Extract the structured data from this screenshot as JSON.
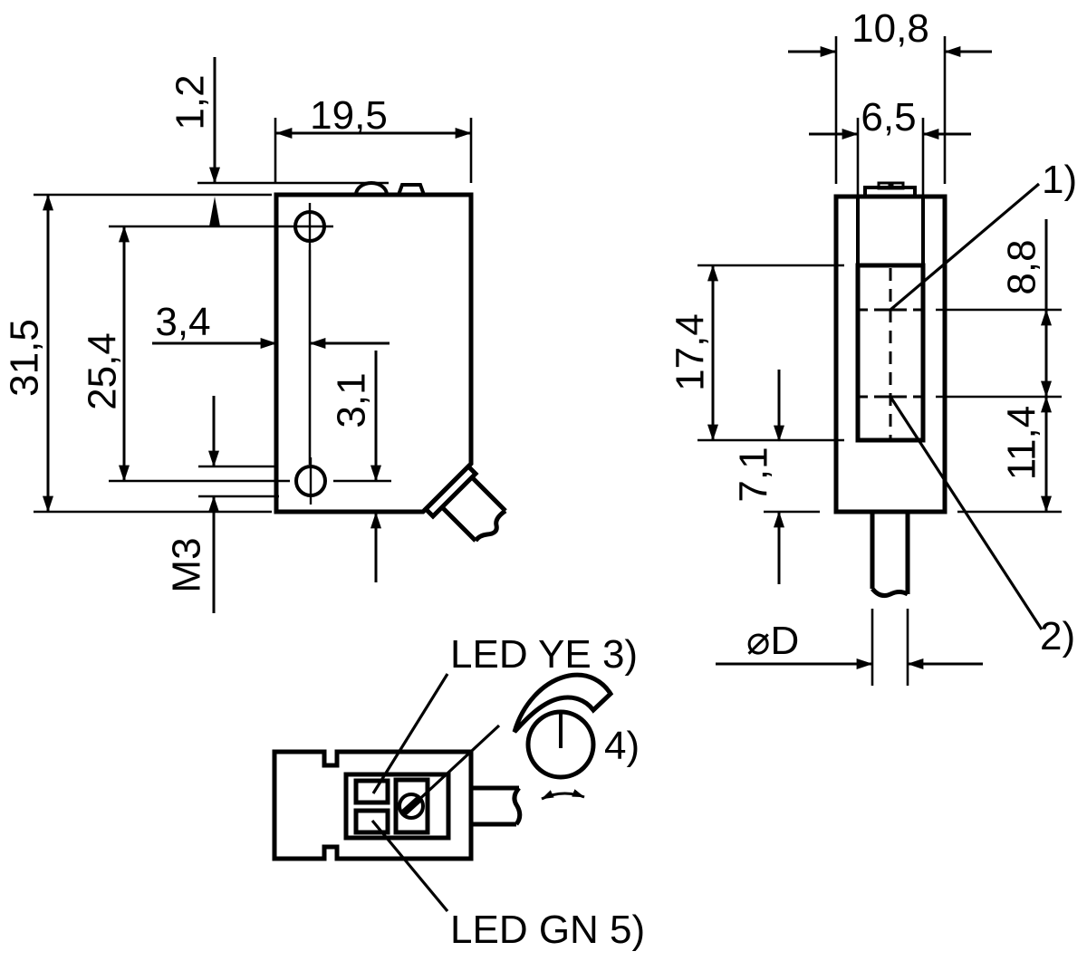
{
  "side_view": {
    "dim_total_height": "31,5",
    "dim_hole_spacing": "25,4",
    "dim_protrusion_height": "1,2",
    "dim_body_width": "19,5",
    "dim_hole_offset_x": "3,4",
    "dim_hole_offset_y": "3,1",
    "dim_thread": "M3"
  },
  "front_view": {
    "dim_body_width": "10,8",
    "dim_window_width": "6,5",
    "dim_window_height": "17,4",
    "dim_bottom_gap": "7,1",
    "dim_emitter_axis": "8,8",
    "dim_receiver_axis": "11,4",
    "dim_cable_diameter": "⌀D",
    "callout_emitter": "1)",
    "callout_receiver": "2)"
  },
  "top_view": {
    "label_led_yellow": "LED YE 3)",
    "label_led_green": "LED GN 5)",
    "label_potentiometer": "4)"
  },
  "colors": {
    "line": "#000000",
    "background": "#ffffff"
  }
}
